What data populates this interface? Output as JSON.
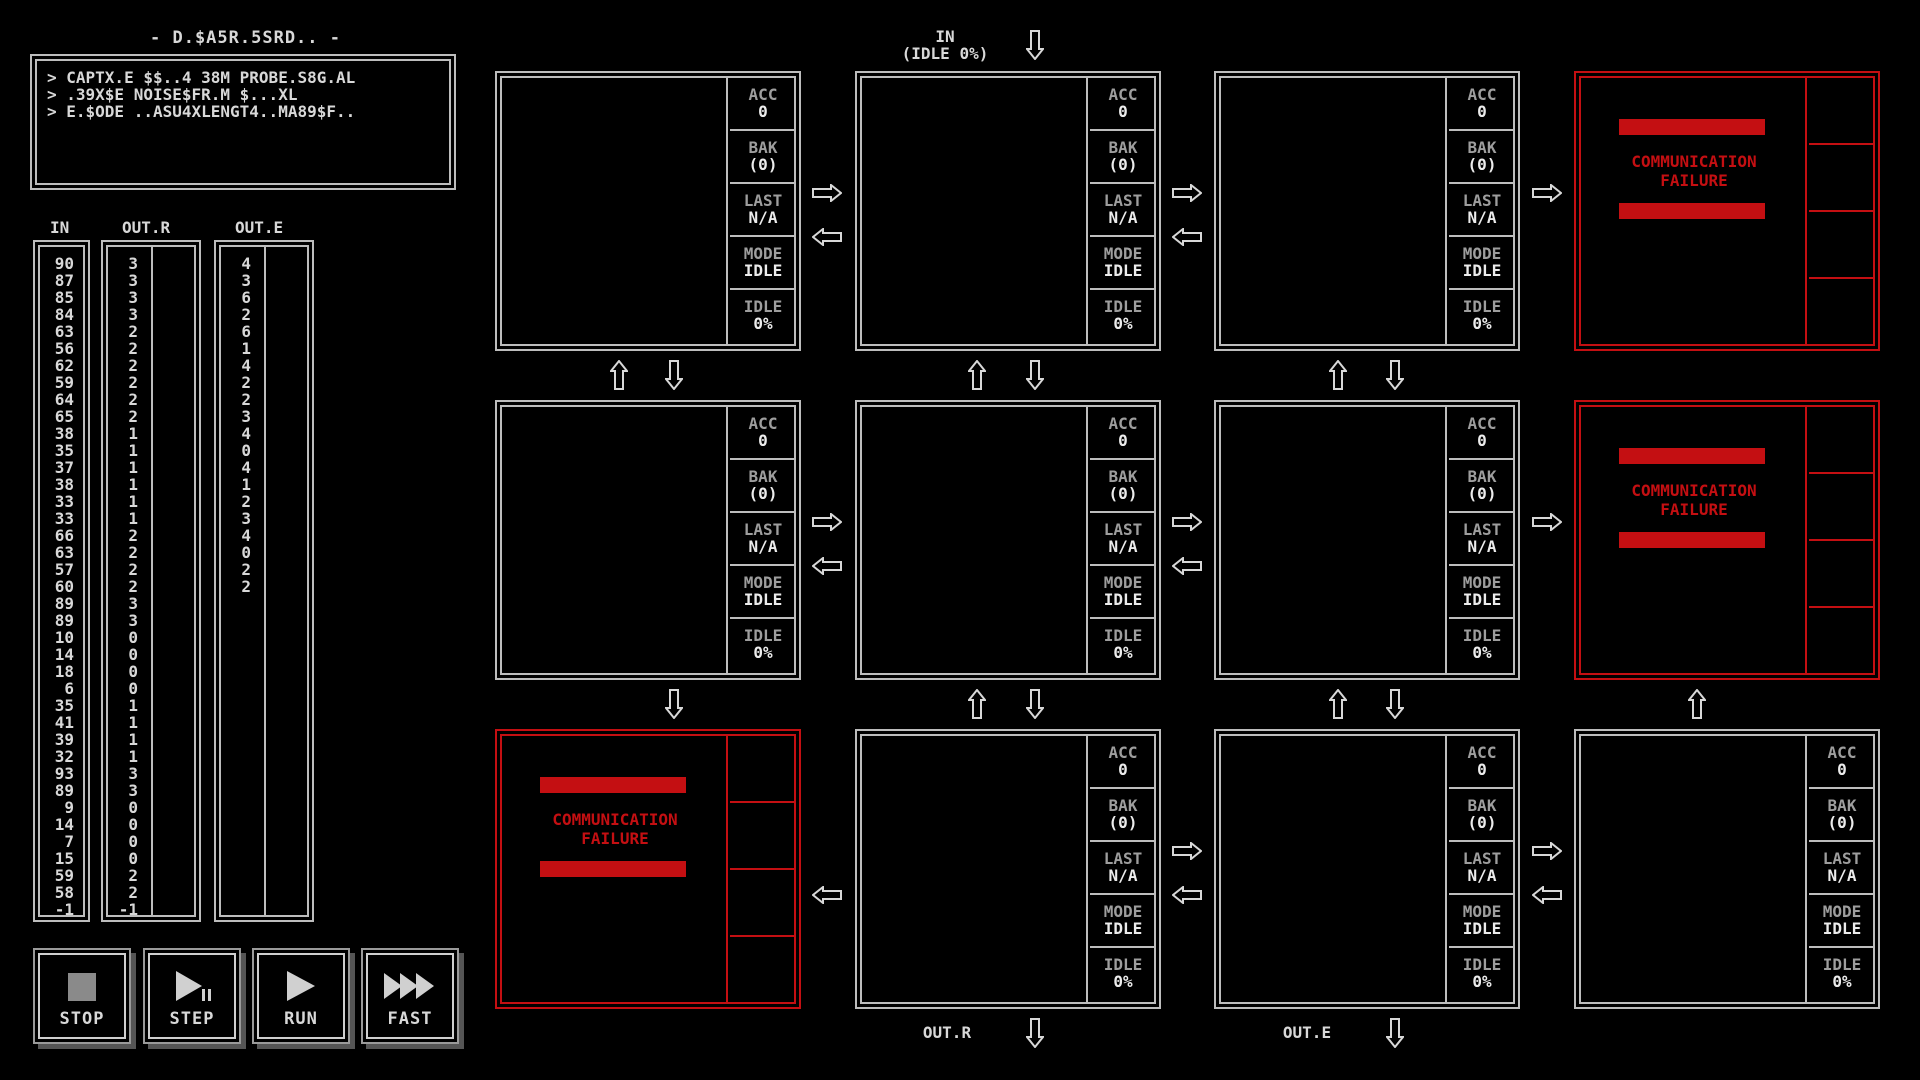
{
  "title": "- D.$A5R.5SRD.. -",
  "description": [
    "> CAPTX.E $$..4 38M PROBE.S8G.AL",
    "> .39X$E NOISE$FR.M $...XL",
    "> E.$ODE ..ASU4XLENGT4..MA89$F.."
  ],
  "columns": {
    "in_label": "IN",
    "out_r_label": "OUT.R",
    "out_e_label": "OUT.E",
    "in_values": [
      "90",
      "87",
      "85",
      "84",
      "63",
      "56",
      "62",
      "59",
      "64",
      "65",
      "38",
      "35",
      "37",
      "38",
      "33",
      "33",
      "66",
      "63",
      "57",
      "60",
      "89",
      "89",
      "10",
      "14",
      "18",
      "6",
      "35",
      "41",
      "39",
      "32",
      "93",
      "89",
      "9",
      "14",
      "7",
      "15",
      "59",
      "58",
      "-1"
    ],
    "out_r_values": [
      "3",
      "3",
      "3",
      "3",
      "2",
      "2",
      "2",
      "2",
      "2",
      "2",
      "1",
      "1",
      "1",
      "1",
      "1",
      "1",
      "2",
      "2",
      "2",
      "2",
      "3",
      "3",
      "0",
      "0",
      "0",
      "0",
      "1",
      "1",
      "1",
      "1",
      "3",
      "3",
      "0",
      "0",
      "0",
      "0",
      "2",
      "2",
      "-1"
    ],
    "out_e_values": [
      "4",
      "3",
      "6",
      "2",
      "6",
      "1",
      "4",
      "2",
      "2",
      "3",
      "4",
      "0",
      "4",
      "1",
      "2",
      "3",
      "4",
      "0",
      "2",
      "2"
    ]
  },
  "buttons": {
    "stop": "STOP",
    "step": "STEP",
    "run": "RUN",
    "fast": "FAST"
  },
  "registers": {
    "acc": "ACC",
    "acc_val": "0",
    "bak": "BAK",
    "bak_val": "(0)",
    "last": "LAST",
    "last_val": "N/A",
    "mode": "MODE",
    "mode_val": "IDLE",
    "idle": "IDLE",
    "idle_val": "0%"
  },
  "failure": {
    "line1": "COMMUNICATION",
    "line2": "FAILURE"
  },
  "ports": {
    "in_label": "IN",
    "in_status": "(IDLE 0%)",
    "out_r": "OUT.R",
    "out_e": "OUT.E"
  },
  "colors": {
    "background": "#000000",
    "panel": "#bdbdbd",
    "failure": "#c40f12"
  }
}
